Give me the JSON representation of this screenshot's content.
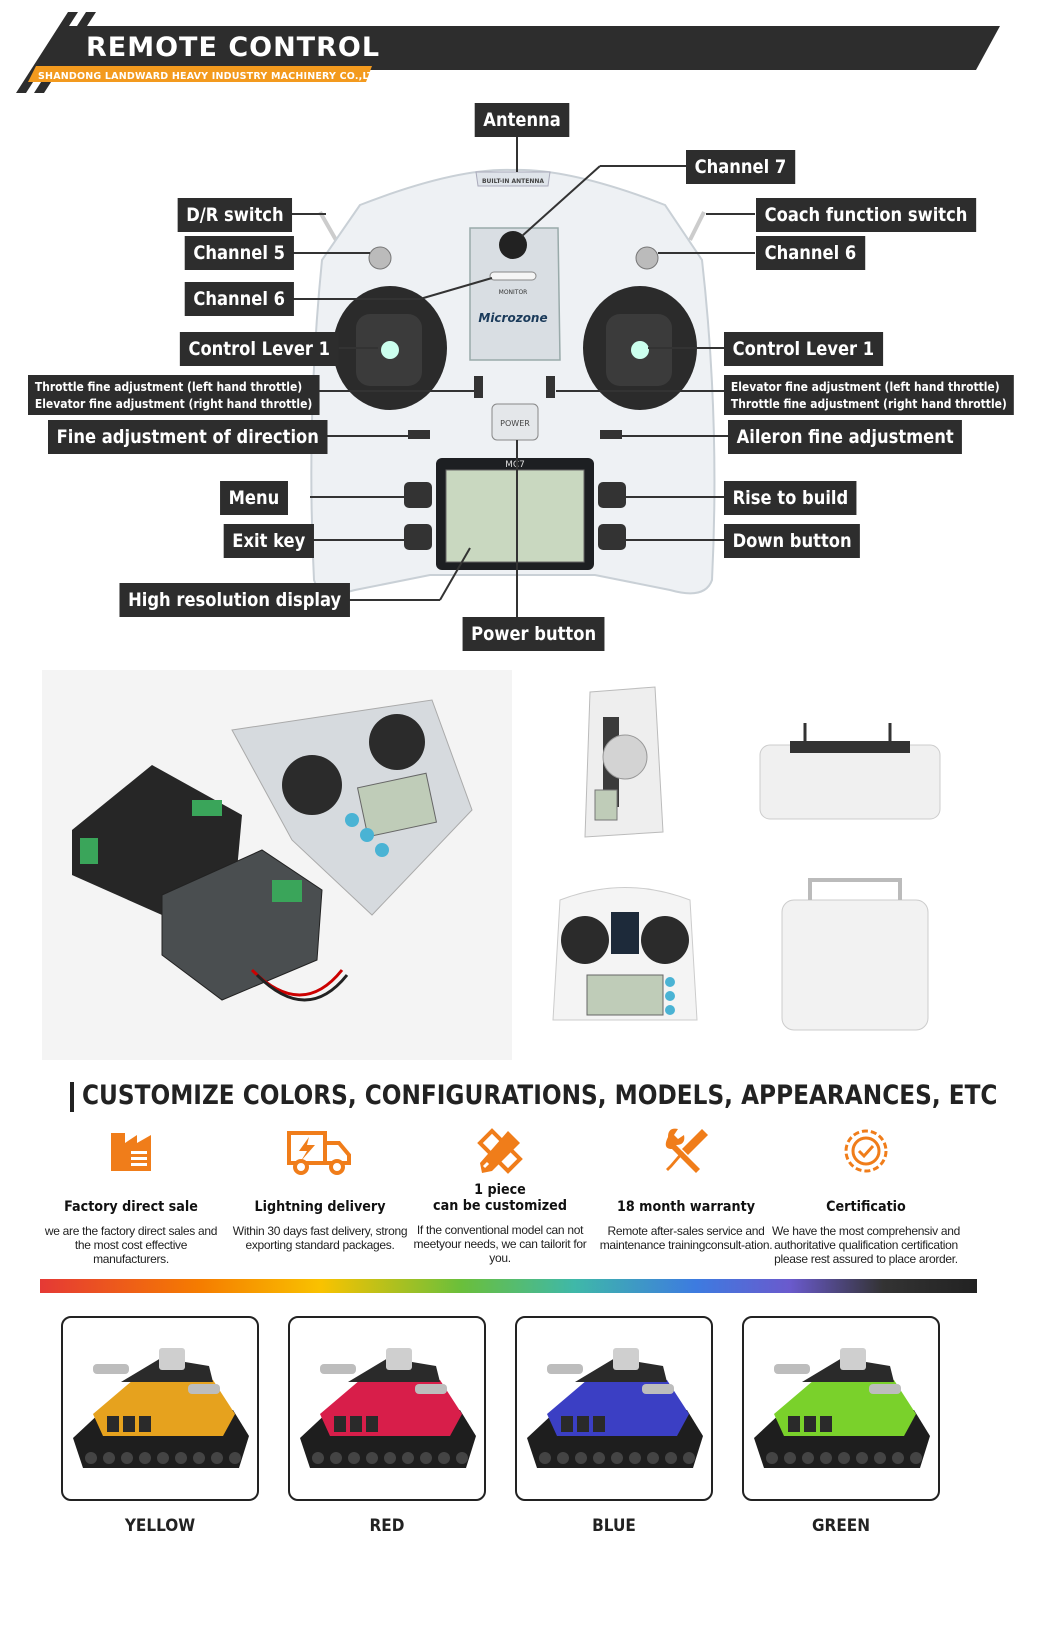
{
  "header": {
    "title": "REMOTE CONTROL",
    "company": "SHANDONG LANDWARD HEAVY INDUSTRY MACHINERY CO.,LTD"
  },
  "diagram": {
    "brand": "Microzone",
    "built_in_antenna": "BUILT-IN ANTENNA",
    "monitor": "MONITOR",
    "power_key": "POWER",
    "screen_model": "MC7",
    "labels": {
      "antenna": "Antenna",
      "channel7": "Channel 7",
      "dr_switch": "D/R switch",
      "coach_switch": "Coach function switch",
      "channel5": "Channel 5",
      "channel6_right": "Channel 6",
      "channel6_left": "Channel 6",
      "control_lever_left": "Control Lever 1",
      "control_lever_right": "Control Lever 1",
      "throttle_left_1": "Throttle fine adjustment (left hand throttle)",
      "throttle_left_2": "Elevator fine adjustment (right hand throttle)",
      "elevator_right_1": "Elevator fine adjustment (left hand throttle)",
      "elevator_right_2": "Throttle fine adjustment (right hand throttle)",
      "fine_direction": "Fine adjustment of direction",
      "aileron": "Aileron fine adjustment",
      "menu": "Menu",
      "rise": "Rise to build",
      "exit_key": "Exit key",
      "down_button": "Down button",
      "display": "High resolution display",
      "power_button": "Power button"
    }
  },
  "customize": {
    "title": "CUSTOMIZE COLORS, CONFIGURATIONS, MODELS, APPEARANCES, ETC",
    "features": [
      {
        "icon": "factory-icon",
        "title": "Factory direct sale",
        "desc": "we are the factory direct sales and the most cost effective manufacturers."
      },
      {
        "icon": "delivery-truck-icon",
        "title": "Lightning delivery",
        "desc": "Within 30 days fast delivery, strong exporting standard packages."
      },
      {
        "icon": "customize-tools-icon",
        "title_line1": "1 piece",
        "title_line2": "can be customized",
        "desc": "If the conventional model can not meetyour needs, we can tailorit for you."
      },
      {
        "icon": "wrench-screwdriver-icon",
        "title": "18 month warranty",
        "desc": "Remote after-sales service and maintenance trainingconsult-ation."
      },
      {
        "icon": "certification-gear-icon",
        "title": "Certificatio",
        "desc": "We have the most comprehensiv and authoritative qualification certification please rest assured to place arorder."
      }
    ],
    "accent": "#f07d1a",
    "colors": [
      {
        "name": "YELLOW",
        "hex": "#e6a21e"
      },
      {
        "name": "RED",
        "hex": "#d81e4a"
      },
      {
        "name": "BLUE",
        "hex": "#3b3fc4"
      },
      {
        "name": "GREEN",
        "hex": "#7ad12b"
      }
    ]
  }
}
